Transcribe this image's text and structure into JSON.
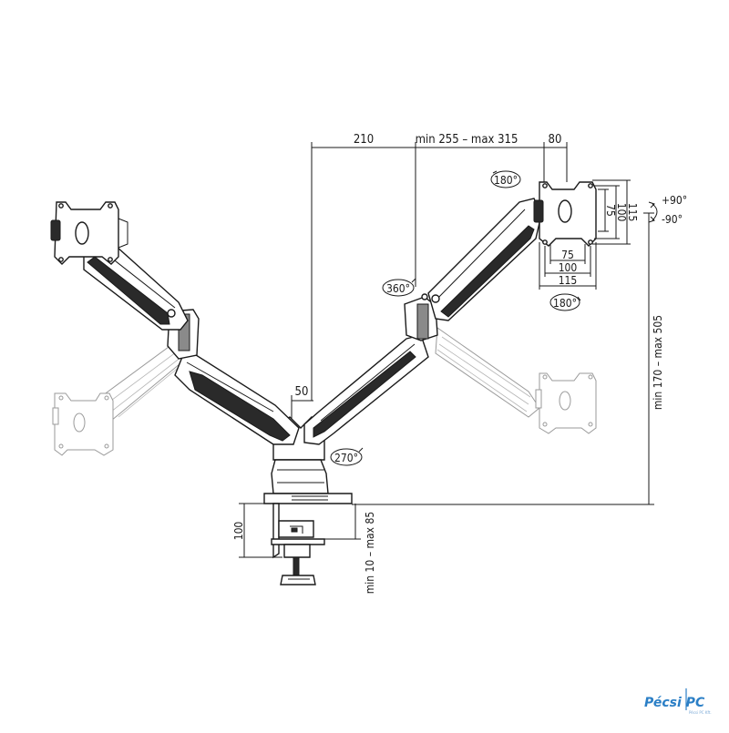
{
  "dimensions": {
    "arm_reach": "210",
    "extension": "min 255 – max 315",
    "vesa_offset": "80",
    "pole_offset": "50",
    "clamp_height": "100",
    "desk_thickness": "min 10 – max 85",
    "height_range": "min 170 – max 505"
  },
  "vesa_plate": {
    "inner_w": "75",
    "mid_w": "100",
    "outer_w": "115",
    "inner_h": "75",
    "mid_h": "100",
    "outer_h": "115"
  },
  "rotations": {
    "rot_top": "180°",
    "rot_bottom": "180°",
    "swivel_arm": "360°",
    "swivel_base": "270°",
    "tilt_up": "+90°",
    "tilt_down": "-90°"
  },
  "watermark": {
    "brand": "Pécsi PC",
    "tagline": "Pécsi PC Kft."
  }
}
